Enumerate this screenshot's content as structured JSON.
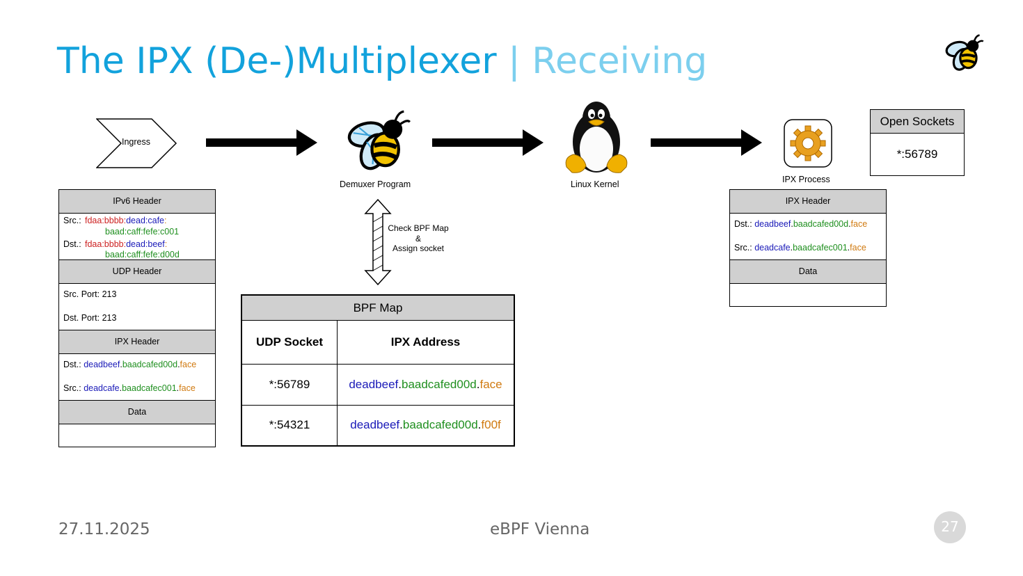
{
  "title": {
    "main": "The IPX (De-)Multiplexer",
    "separator": " | ",
    "sub": "Receiving"
  },
  "icons": {
    "logo": "bee-icon",
    "demuxer": "bee-icon",
    "kernel": "tux-penguin-icon",
    "process": "gear-icon"
  },
  "diagram": {
    "ingress": "Ingress",
    "demuxer": "Demuxer Program",
    "kernel": "Linux Kernel",
    "process": "IPX Process",
    "bpf_action": {
      "line1": "Check BPF Map",
      "line2": "&",
      "line3": "Assign socket"
    }
  },
  "packet_in": {
    "ipv6_header": "IPv6 Header",
    "src_label": "Src.:",
    "src": {
      "p1": "fdaa:bbbb:",
      "p2": "dead:cafe",
      "p3": ":",
      "p4": "baad:caff:fe",
      "p5": "fe:c001"
    },
    "dst_label": "Dst.:",
    "dst": {
      "p1": "fdaa:bbbb:",
      "p2": "dead:beef",
      "p3": ":",
      "p4": "baad:caff:fe",
      "p5": "fe:d00d"
    },
    "udp_header": "UDP Header",
    "src_port": "Src. Port: 213",
    "dst_port": "Dst. Port: 213",
    "ipx_header": "IPX Header",
    "ipx_dst_label": "Dst.:",
    "ipx_dst": {
      "net": "deadbeef",
      "dot1": ".",
      "node": "baadcafed00d",
      "dot2": ".",
      "socket": "face"
    },
    "ipx_src_label": "Src.:",
    "ipx_src": {
      "net": "deadcafe",
      "dot1": ".",
      "node": "baadcafec001",
      "dot2": ".",
      "socket": "face"
    },
    "data": "Data"
  },
  "packet_out": {
    "ipx_header": "IPX Header",
    "dst_label": "Dst.:",
    "dst": {
      "net": "deadbeef",
      "dot1": ".",
      "node": "baadcafed00d",
      "dot2": ".",
      "socket": "face"
    },
    "src_label": "Src.:",
    "src": {
      "net": "deadcafe",
      "dot1": ".",
      "node": "baadcafec001",
      "dot2": ".",
      "socket": "face"
    },
    "data": "Data"
  },
  "bpf_map": {
    "title": "BPF Map",
    "col1": "UDP Socket",
    "col2": "IPX Address",
    "rows": [
      {
        "socket": "*:56789",
        "net": "deadbeef",
        "dot1": ".",
        "node": "baadcafed00d",
        "dot2": ".",
        "ipxsock": "face"
      },
      {
        "socket": "*:54321",
        "net": "deadbeef",
        "dot1": ".",
        "node": "baadcafed00d",
        "dot2": ".",
        "ipxsock": "f00f"
      }
    ]
  },
  "open_sockets": {
    "title": "Open Sockets",
    "value": "*:56789"
  },
  "footer": {
    "date": "27.11.2025",
    "event": "eBPF Vienna",
    "page": "27"
  },
  "colors": {
    "title": "#12a2dc",
    "subtitle": "#7ccfee",
    "net": "#1a1ab8",
    "node": "#1f8f1f",
    "socket": "#d07a10",
    "prefix": "#cc1f1f"
  }
}
